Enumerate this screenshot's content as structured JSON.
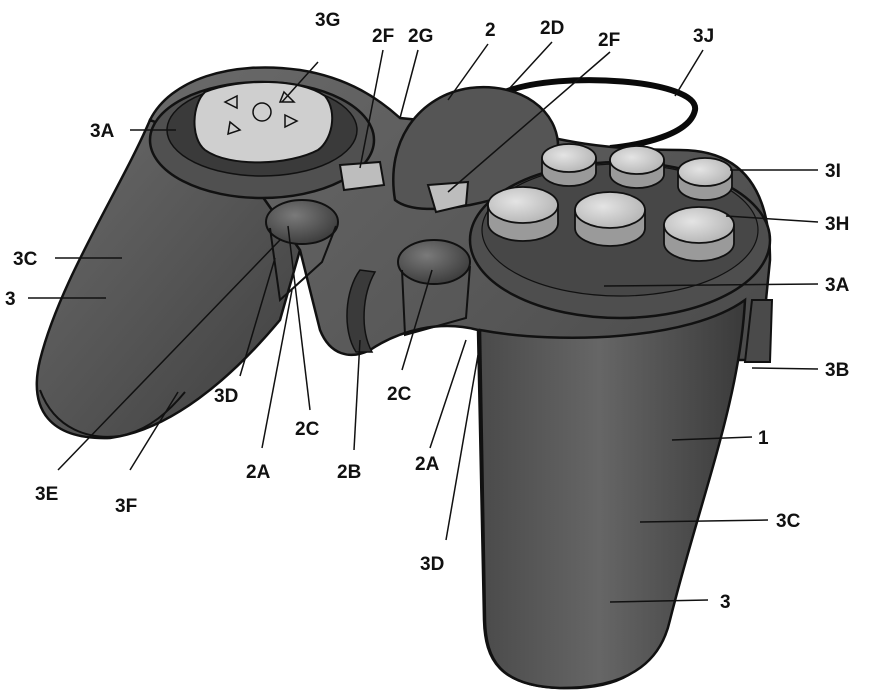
{
  "labels": {
    "l_3G": "3G",
    "l_2F_top": "2F",
    "l_2G": "2G",
    "l_2": "2",
    "l_2D": "2D",
    "l_2F_right": "2F",
    "l_3J": "3J",
    "l_3A_left": "3A",
    "l_3I": "3I",
    "l_3H": "3H",
    "l_3C_left": "3C",
    "l_3_left": "3",
    "l_3A_right": "3A",
    "l_3B": "3B",
    "l_3D_left": "3D",
    "l_2C_mid": "2C",
    "l_2C_left": "2C",
    "l_1": "1",
    "l_3E": "3E",
    "l_3F": "3F",
    "l_2A_left": "2A",
    "l_2B": "2B",
    "l_2A_right": "2A",
    "l_3C_right": "3C",
    "l_3D_bottom": "3D",
    "l_3_bottom": "3"
  },
  "colors": {
    "body": "#5a5a5a",
    "body_dark": "#3c3c3c",
    "outline": "#111111",
    "button_light": "#d4d4d4",
    "button_side": "#9a9a9a",
    "stick": "#6e6e6e",
    "cable": "#0a0a0a"
  }
}
